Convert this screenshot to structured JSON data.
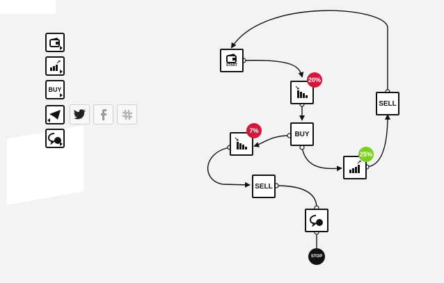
{
  "colors": {
    "badge_red": "#d4173b",
    "badge_green": "#7ccf21",
    "ink": "#111111",
    "bg": "#f3f3f3"
  },
  "palette": {
    "items": [
      {
        "name": "wallet-tool",
        "icon": "wallet-icon"
      },
      {
        "name": "rising-chart-tool",
        "icon": "rising-chart-icon"
      },
      {
        "name": "buy-tool",
        "label": "BUY"
      },
      {
        "name": "telegram-tool",
        "icon": "telegram-icon"
      },
      {
        "name": "twitter-tool",
        "icon": "twitter-icon"
      },
      {
        "name": "facebook-tool",
        "icon": "facebook-icon"
      },
      {
        "name": "slack-tool",
        "icon": "slack-icon"
      },
      {
        "name": "sms-tool",
        "icon": "sms-icon"
      }
    ]
  },
  "flow": {
    "start_label": "START",
    "buy_label": "BUY",
    "sell_label": "SELL",
    "stop_label": "STOP",
    "badges": {
      "drop_main": "20%",
      "drop_side": "7%",
      "rise": "25%"
    }
  }
}
